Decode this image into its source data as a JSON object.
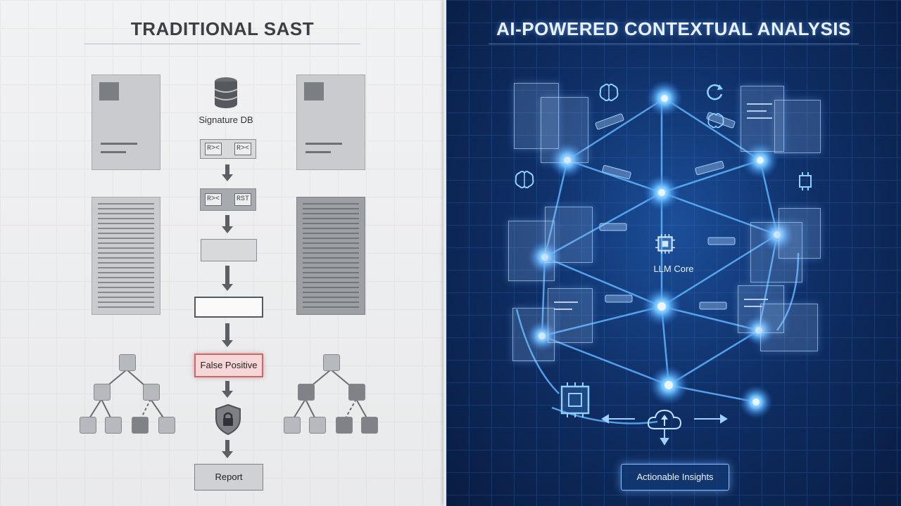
{
  "left_panel": {
    "title": "TRADITIONAL SAST",
    "signature_db_label": "Signature DB",
    "rx_tokens": [
      "R><",
      "R><",
      "R><",
      "RST"
    ],
    "false_positive_label": "False Positive",
    "report_label": "Report",
    "icons": [
      "database-icon",
      "shield-lock-icon"
    ]
  },
  "right_panel": {
    "title": "AI-POWERED CONTEXTUAL ANALYSIS",
    "core_label": "LLM Core",
    "output_label": "Actionable Insights",
    "icons": [
      "brain-icon",
      "refresh-icon",
      "chip-icon",
      "cloud-icon",
      "document-icon",
      "neuron-icon"
    ]
  },
  "colors": {
    "left_background": "#eceeef",
    "right_background": "#0f2f66",
    "glow": "#5fb4ff",
    "false_positive_border": "#c46a6a"
  }
}
